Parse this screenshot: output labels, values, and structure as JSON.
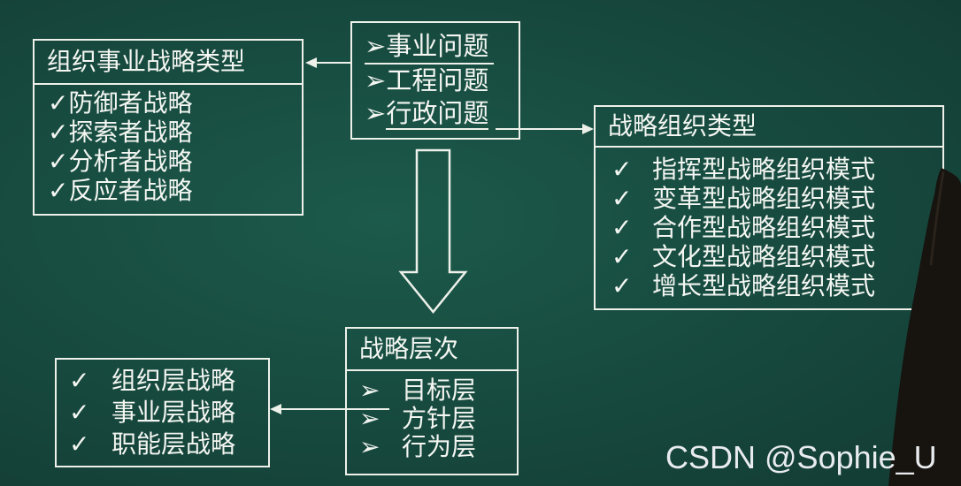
{
  "business_strategy_types": {
    "title": "组织事业战略类型",
    "items": [
      {
        "mark": "✓",
        "label": "防御者战略"
      },
      {
        "mark": "✓",
        "label": "探索者战略"
      },
      {
        "mark": "✓",
        "label": "分析者战略"
      },
      {
        "mark": "✓",
        "label": "反应者战略"
      }
    ]
  },
  "problems": {
    "items": [
      {
        "mark": "➢",
        "label": "事业问题"
      },
      {
        "mark": "➢",
        "label": "工程问题"
      },
      {
        "mark": "➢",
        "label": "行政问题"
      }
    ]
  },
  "strategy_organization_types": {
    "title": "战略组织类型",
    "items": [
      {
        "mark": "✓",
        "label": "指挥型战略组织模式"
      },
      {
        "mark": "✓",
        "label": "变革型战略组织模式"
      },
      {
        "mark": "✓",
        "label": "合作型战略组织模式"
      },
      {
        "mark": "✓",
        "label": "文化型战略组织模式"
      },
      {
        "mark": "✓",
        "label": "增长型战略组织模式"
      }
    ]
  },
  "strategy_levels": {
    "title": "战略层次",
    "items": [
      {
        "mark": "➢",
        "label": "目标层"
      },
      {
        "mark": "➢",
        "label": "方针层"
      },
      {
        "mark": "➢",
        "label": "行为层"
      }
    ]
  },
  "strategy_tiers": {
    "items": [
      {
        "mark": "✓",
        "label": "组织层战略"
      },
      {
        "mark": "✓",
        "label": "事业层战略"
      },
      {
        "mark": "✓",
        "label": "职能层战略"
      }
    ]
  },
  "watermark": "CSDN @Sophie_U",
  "colors": {
    "board": "#16493d",
    "chalk": "#eef1ea"
  }
}
